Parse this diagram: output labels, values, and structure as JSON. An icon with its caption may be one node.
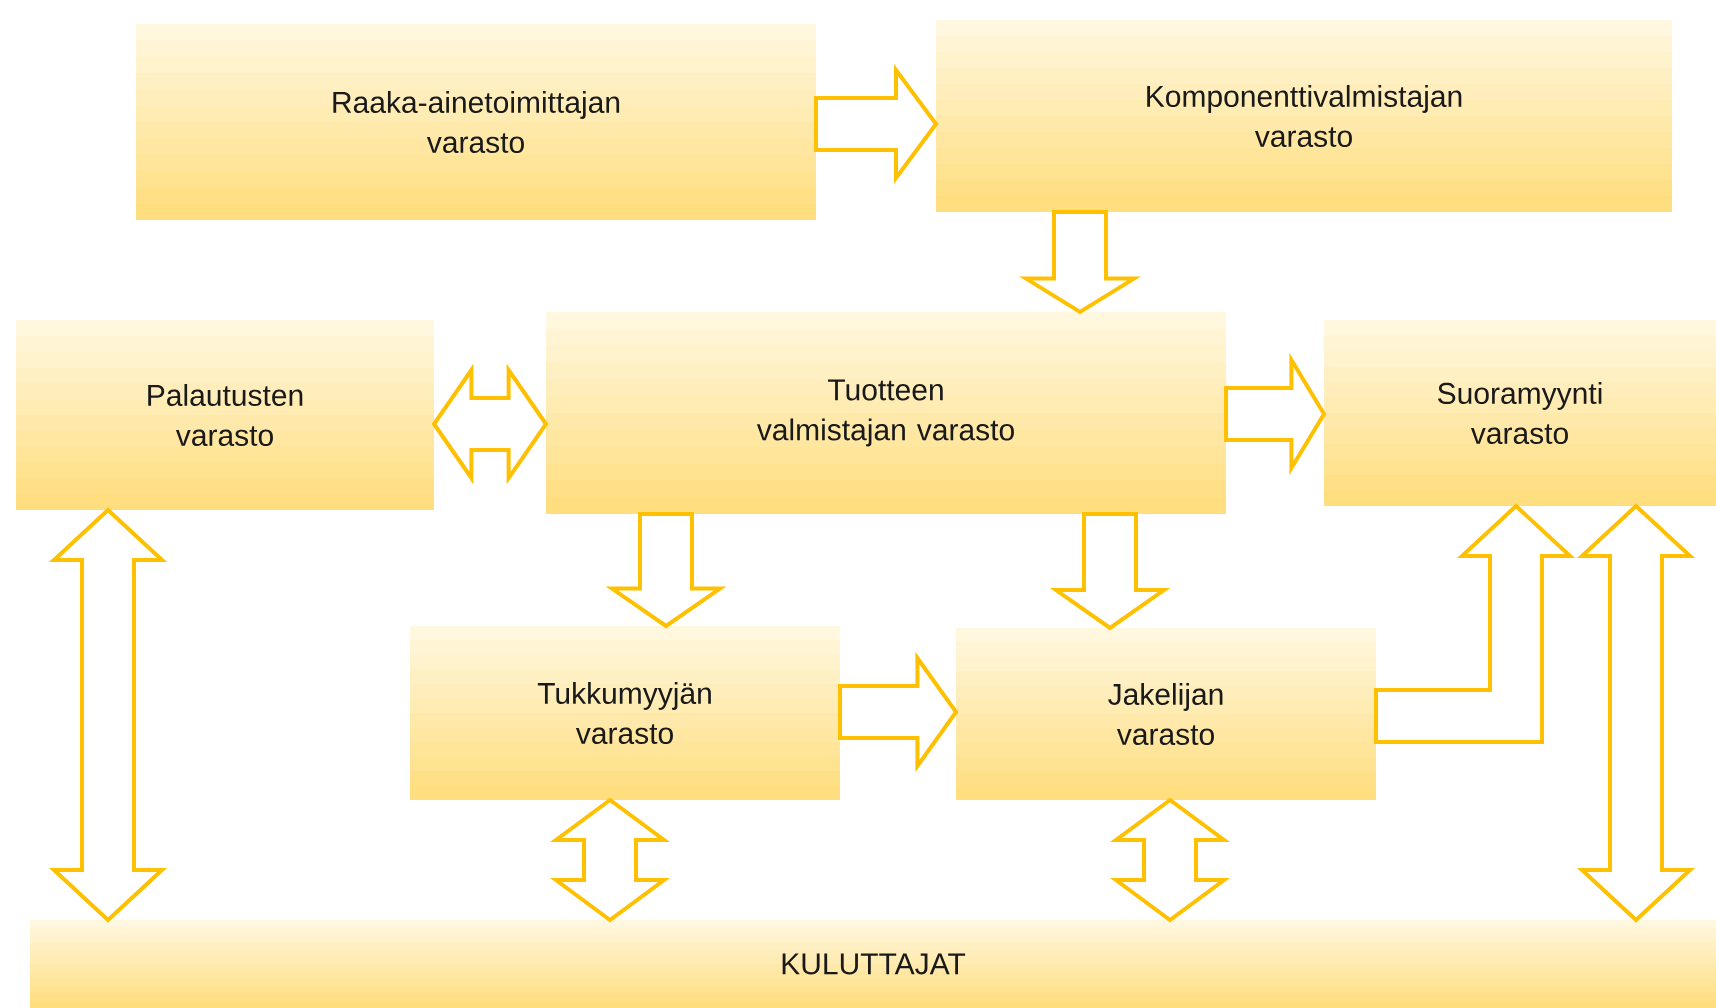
{
  "diagram": {
    "nodes": [
      {
        "text": [
          "Raaka-ainetoimittajan varasto"
        ]
      },
      {
        "text": [
          "Komponenttivalmistajan varasto"
        ]
      },
      {
        "text": [
          "Palautusten varasto"
        ]
      },
      {
        "text": [
          "Tuotteen valmistajan varasto"
        ]
      },
      {
        "text": [
          "Suoramyynti varasto"
        ]
      },
      {
        "text": [
          "Tukkumyyjän varasto"
        ]
      },
      {
        "text": [
          "Jakelijan varasto"
        ]
      },
      {
        "text": [
          "KULUTTAJAT"
        ]
      }
    ],
    "edges": [
      {
        "from": 0,
        "to": 1,
        "arrow": "to"
      },
      {
        "from": 1,
        "to": 3,
        "arrow": "to"
      },
      {
        "from": 2,
        "to": 3,
        "arrow": "both"
      },
      {
        "from": 3,
        "to": 4,
        "arrow": "to"
      },
      {
        "from": 3,
        "to": 5,
        "arrow": "to"
      },
      {
        "from": 3,
        "to": 6,
        "arrow": "to"
      },
      {
        "from": 5,
        "to": 6,
        "arrow": "to"
      },
      {
        "from": 6,
        "to": 4,
        "arrow": "to"
      },
      {
        "from": 2,
        "to": 7,
        "arrow": "both"
      },
      {
        "from": 5,
        "to": 7,
        "arrow": "both"
      },
      {
        "from": 6,
        "to": 7,
        "arrow": "both"
      },
      {
        "from": 4,
        "to": 7,
        "arrow": "both"
      }
    ]
  }
}
